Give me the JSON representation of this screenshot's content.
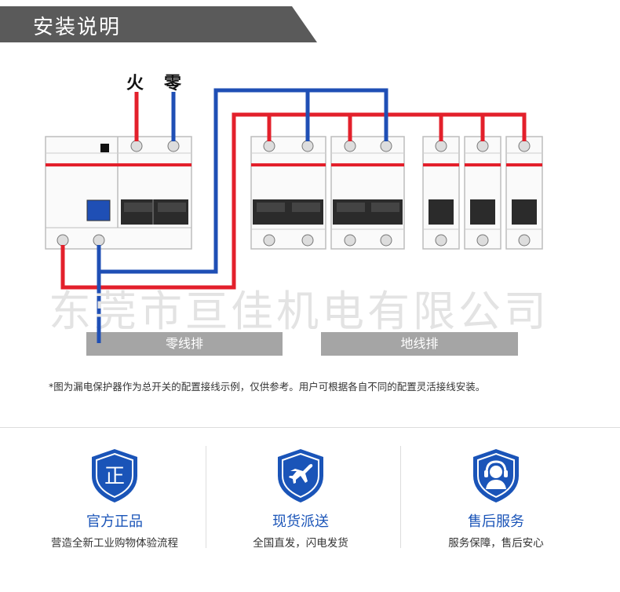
{
  "header": {
    "title": "安装说明"
  },
  "diagram": {
    "live_label": "火",
    "neutral_label": "零",
    "watermark": "东莞市亘佳机电有限公司",
    "neutral_bar_label": "零线排",
    "earth_bar_label": "地线排",
    "wire_colors": {
      "live": "#e3202b",
      "neutral": "#1f4fb5"
    }
  },
  "note": "*图为漏电保护器作为总开关的配置接线示例，仅供参考。用户可根据各自不同的配置灵活接线安装。",
  "features": [
    {
      "icon": "genuine-shield-icon",
      "title": "官方正品",
      "subtitle": "营造全新工业购物体验流程",
      "badge_char": "正"
    },
    {
      "icon": "airplane-shield-icon",
      "title": "现货派送",
      "subtitle": "全国直发，闪电发货"
    },
    {
      "icon": "headset-shield-icon",
      "title": "售后服务",
      "subtitle": "服务保障，售后安心"
    }
  ],
  "colors": {
    "accent": "#1a54b8",
    "banner": "#595959"
  }
}
